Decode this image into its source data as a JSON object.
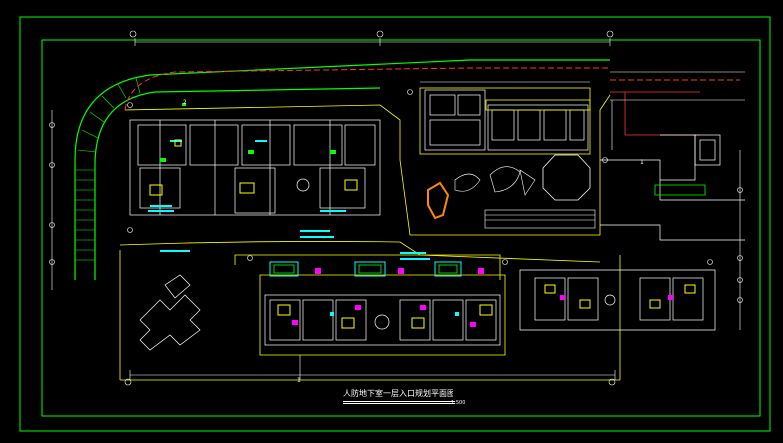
{
  "drawing": {
    "title": "人防地下室一层入口规划平面图",
    "scale": "1:500",
    "colors": {
      "background": "#000000",
      "border": "#00ff00",
      "building": "#ffffff",
      "road_green": "#00ff00",
      "road_red": "#ff3333",
      "accent_yellow": "#ffff00",
      "accent_magenta": "#ff00ff",
      "accent_cyan": "#00ffff",
      "accent_orange": "#ff8800"
    },
    "grid_labels": [
      "1",
      "2",
      "1"
    ]
  }
}
